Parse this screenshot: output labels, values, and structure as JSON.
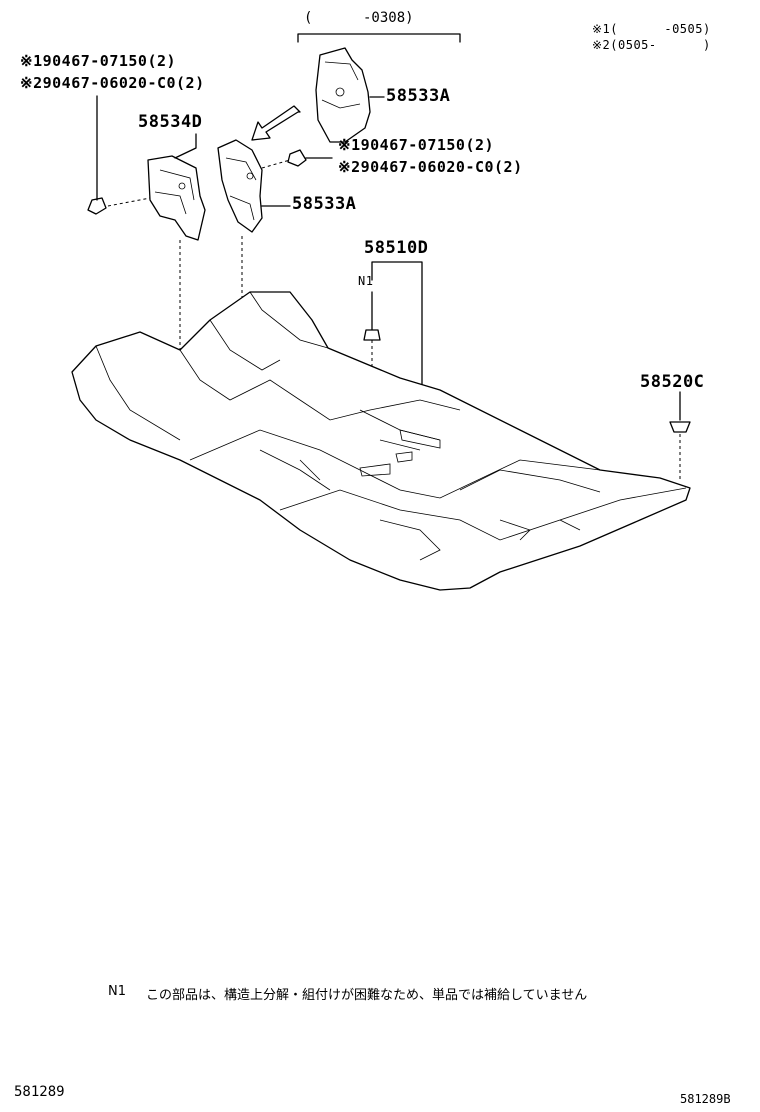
{
  "range_bracket": "(      -0308)",
  "legend": {
    "mark1": "※1(      -0505)",
    "mark2": "※2(0505-      )"
  },
  "callouts": {
    "left_fastener_1": "※190467-07150(2)",
    "left_fastener_2": "※290467-06020-C0(2)",
    "right_fastener_1": "※190467-07150(2)",
    "right_fastener_2": "※290467-06020-C0(2)",
    "part_58533a_top": "58533A",
    "part_58534d": "58534D",
    "part_58533a_mid": "58533A",
    "part_58510d": "58510D",
    "n1": "N1",
    "part_58520c": "58520C"
  },
  "footnote": {
    "marker": "N1",
    "text": "この部品は、構造上分解・組付けが困難なため、単品では補給していません"
  },
  "page_codes": {
    "left": "581289",
    "right": "581289B"
  }
}
